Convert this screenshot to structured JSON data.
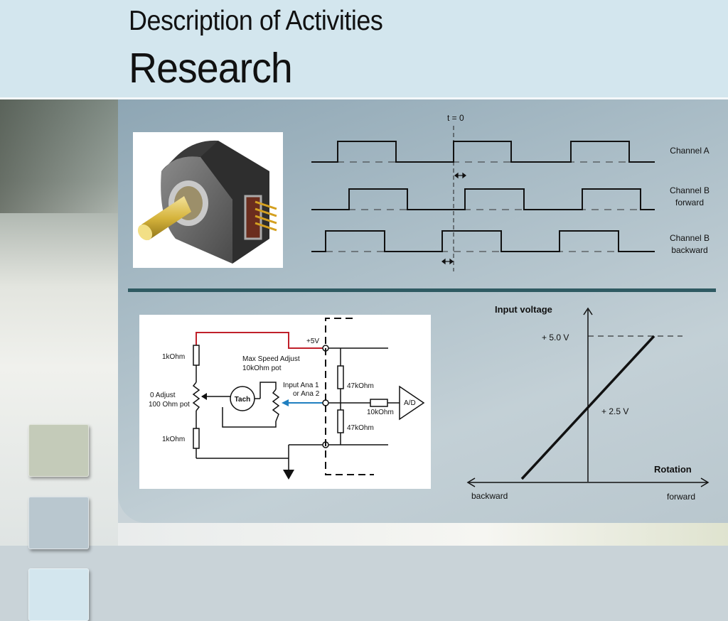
{
  "header": {
    "title_line1": "Description of Activities",
    "title_line2": "Research"
  },
  "timing_diagram": {
    "t0_label": "t = 0",
    "channels": [
      {
        "label_line1": "Channel A",
        "label_line2": ""
      },
      {
        "label_line1": "Channel B",
        "label_line2": "forward"
      },
      {
        "label_line1": "Channel B",
        "label_line2": "backward"
      }
    ]
  },
  "circuit": {
    "supply": "+5V",
    "r_top": "1kOhm",
    "zero_adjust_line1": "0 Adjust",
    "zero_adjust_line2": "100 Ohm pot",
    "r_bottom": "1kOhm",
    "max_speed_line1": "Max Speed Adjust",
    "max_speed_line2": "10kOhm pot",
    "tach": "Tach",
    "input_line1": "Input Ana 1",
    "input_line2": "or Ana 2",
    "r_div_top": "47kOhm",
    "r_series": "10kOhm",
    "r_div_bottom": "47kOhm",
    "adc": "A/D"
  },
  "transfer_chart": {
    "ylabel": "Input voltage",
    "xlabel": "Rotation",
    "x_left_label": "backward",
    "x_right_label": "forward",
    "level_high": "+ 5.0 V",
    "level_mid": "+ 2.5 V"
  },
  "colors": {
    "header_bg": "#d3e6ee",
    "divider": "#2f5a62",
    "supply_wire": "#c0202a",
    "input_arrow": "#1f7fc0"
  }
}
